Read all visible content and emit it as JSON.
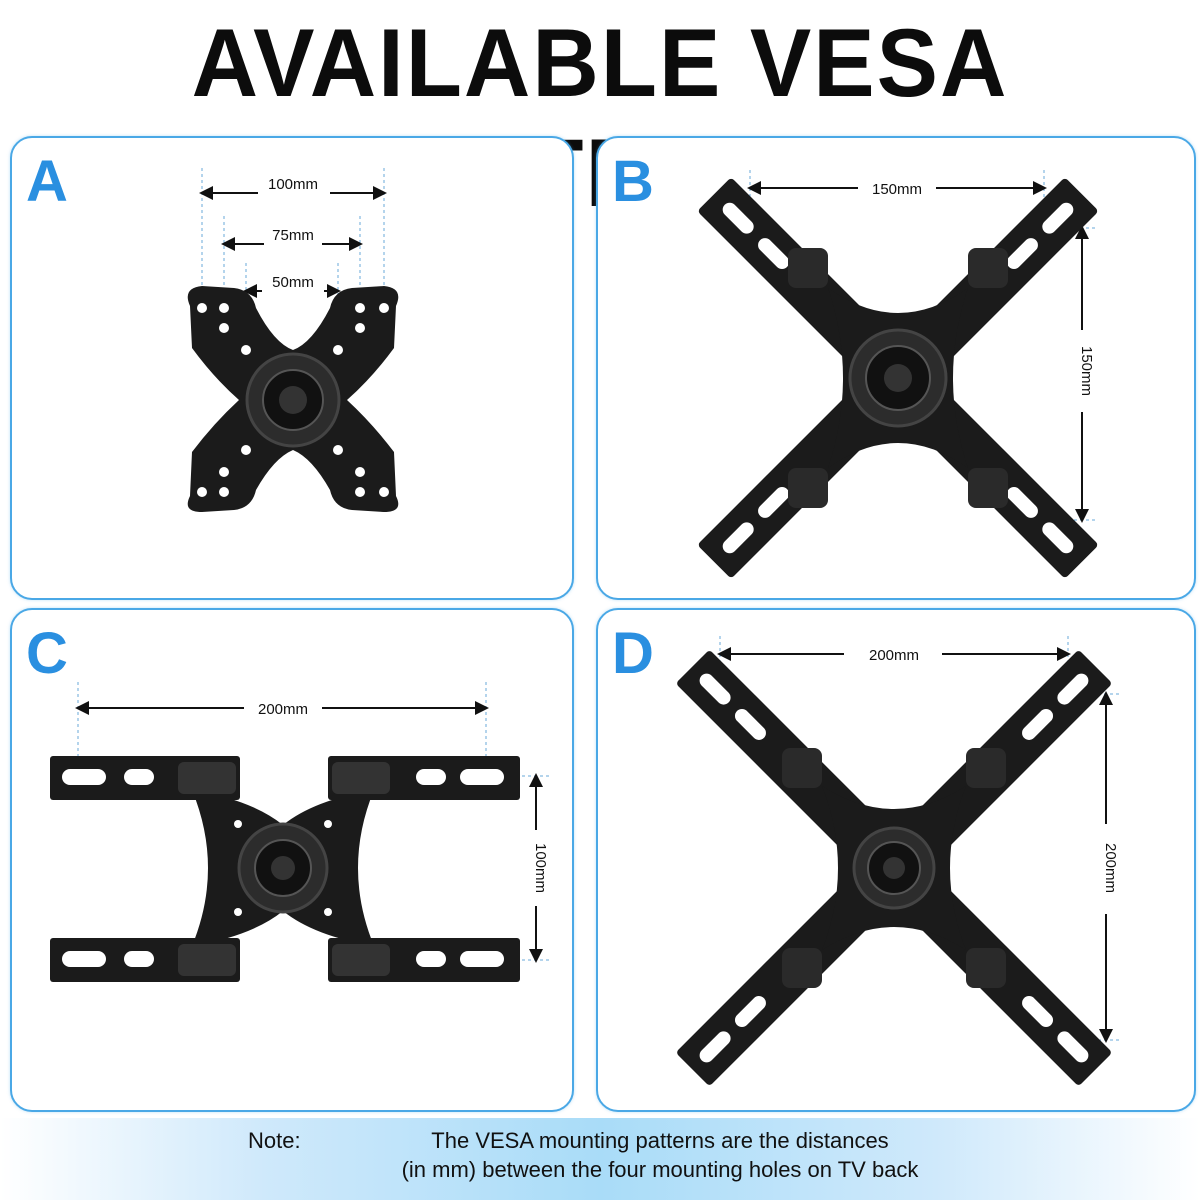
{
  "title": "AVAILABLE VESA PATTERNS",
  "panels": {
    "a": {
      "letter": "A",
      "dims": [
        "100mm",
        "75mm",
        "50mm"
      ]
    },
    "b": {
      "letter": "B",
      "dims": [
        "150mm",
        "150mm"
      ]
    },
    "c": {
      "letter": "C",
      "dims": [
        "200mm",
        "100mm"
      ]
    },
    "d": {
      "letter": "D",
      "dims": [
        "200mm",
        "200mm"
      ]
    }
  },
  "note": {
    "label": "Note:",
    "line1": "The VESA mounting patterns are the distances",
    "line2": "(in mm) between the four mounting holes on TV back"
  },
  "colors": {
    "accent": "#2a8fe0",
    "border": "#4aa8e6",
    "plate": "#1b1b1b"
  }
}
